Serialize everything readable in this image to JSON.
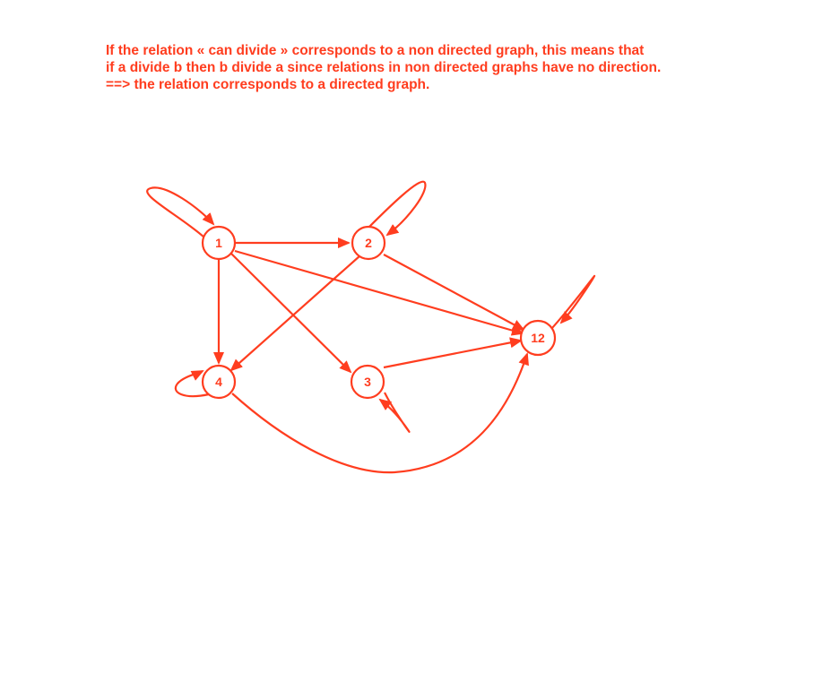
{
  "caption": {
    "lines": [
      "If the relation « can divide » corresponds to a non directed graph, this means that",
      "if a divide b then b divide a since relations in non directed graphs have no direction.",
      "==> the relation corresponds to a directed graph."
    ]
  },
  "colors": {
    "accent": "#ff3d1f",
    "background": "#ffffff"
  },
  "graph": {
    "nodes": [
      {
        "id": "1",
        "label": "1"
      },
      {
        "id": "2",
        "label": "2"
      },
      {
        "id": "3",
        "label": "3"
      },
      {
        "id": "4",
        "label": "4"
      },
      {
        "id": "12",
        "label": "12"
      }
    ],
    "edges": [
      {
        "from": "1",
        "to": "1"
      },
      {
        "from": "1",
        "to": "2"
      },
      {
        "from": "1",
        "to": "3"
      },
      {
        "from": "1",
        "to": "4"
      },
      {
        "from": "1",
        "to": "12"
      },
      {
        "from": "2",
        "to": "2"
      },
      {
        "from": "2",
        "to": "4"
      },
      {
        "from": "2",
        "to": "12"
      },
      {
        "from": "3",
        "to": "3"
      },
      {
        "from": "3",
        "to": "12"
      },
      {
        "from": "4",
        "to": "4"
      },
      {
        "from": "4",
        "to": "12"
      },
      {
        "from": "12",
        "to": "12"
      }
    ]
  }
}
